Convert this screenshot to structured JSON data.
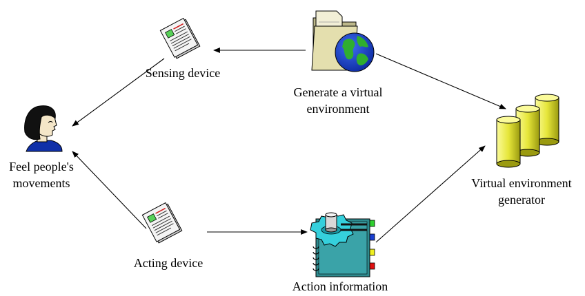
{
  "nodes": {
    "sensing_device": {
      "label": "Sensing device",
      "icon": "newspaper-icon"
    },
    "generate_env": {
      "label_line1": "Generate a virtual",
      "label_line2": "environment",
      "icon": "folder-globe-icon"
    },
    "person": {
      "label_line1": "Feel people's",
      "label_line2": "movements",
      "icon": "person-head-icon"
    },
    "env_generator": {
      "label_line1": "Virtual environment",
      "label_line2": "generator",
      "icon": "database-cylinders-icon"
    },
    "acting_device": {
      "label": "Acting device",
      "icon": "newspaper-icon"
    },
    "action_info": {
      "label": "Action information",
      "icon": "gear-notebook-icon"
    }
  },
  "colors": {
    "arrow": "#000000",
    "globe_ocean": "#1a3fd1",
    "globe_land": "#2fae2f",
    "folder": "#e9e4b6",
    "cylinder": "#e8e83a",
    "gear": "#35d0dc",
    "notebook": "#2e8b8f",
    "person_hair": "#111111",
    "person_shirt": "#1030a8"
  }
}
